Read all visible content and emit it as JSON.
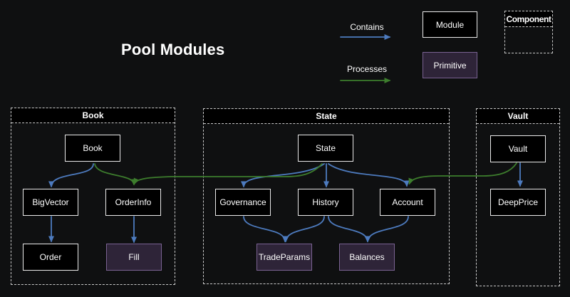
{
  "title": "Pool Modules",
  "colors": {
    "background": "#0f1011",
    "contains_arrow": "#4d7bbf",
    "processes_arrow": "#3d7d2d",
    "module_fill": "#000000",
    "module_border": "#ebebeb",
    "primitive_fill": "#2e2438",
    "primitive_border": "#7a6292",
    "container_border": "#c9c9c9",
    "text": "#ffffff"
  },
  "legend": {
    "edge_types": [
      {
        "label": "Contains",
        "color": "#4d7bbf"
      },
      {
        "label": "Processes",
        "color": "#3d7d2d"
      }
    ],
    "node_types": [
      {
        "label": "Module",
        "style": "module"
      },
      {
        "label": "Primitive",
        "style": "primitive"
      },
      {
        "label": "Component",
        "style": "component"
      }
    ]
  },
  "containers": [
    {
      "label": "Book",
      "nodes": [
        {
          "label": "Book",
          "type": "module"
        },
        {
          "label": "BigVector",
          "type": "module"
        },
        {
          "label": "OrderInfo",
          "type": "module"
        },
        {
          "label": "Order",
          "type": "module"
        },
        {
          "label": "Fill",
          "type": "primitive"
        }
      ]
    },
    {
      "label": "State",
      "nodes": [
        {
          "label": "State",
          "type": "module"
        },
        {
          "label": "Governance",
          "type": "module"
        },
        {
          "label": "History",
          "type": "module"
        },
        {
          "label": "Account",
          "type": "module"
        },
        {
          "label": "TradeParams",
          "type": "primitive"
        },
        {
          "label": "Balances",
          "type": "primitive"
        }
      ]
    },
    {
      "label": "Vault",
      "nodes": [
        {
          "label": "Vault",
          "type": "module"
        },
        {
          "label": "DeepPrice",
          "type": "module"
        }
      ]
    }
  ],
  "edges": [
    {
      "from": "Book",
      "to": "BigVector",
      "type": "contains"
    },
    {
      "from": "Book",
      "to": "OrderInfo",
      "type": "processes"
    },
    {
      "from": "BigVector",
      "to": "Order",
      "type": "contains"
    },
    {
      "from": "OrderInfo",
      "to": "Fill",
      "type": "contains"
    },
    {
      "from": "State",
      "to": "Governance",
      "type": "contains"
    },
    {
      "from": "State",
      "to": "History",
      "type": "contains"
    },
    {
      "from": "State",
      "to": "Account",
      "type": "contains"
    },
    {
      "from": "State",
      "to": "OrderInfo",
      "type": "processes"
    },
    {
      "from": "Governance",
      "to": "TradeParams",
      "type": "contains"
    },
    {
      "from": "History",
      "to": "TradeParams",
      "type": "contains"
    },
    {
      "from": "History",
      "to": "Balances",
      "type": "contains"
    },
    {
      "from": "Account",
      "to": "Balances",
      "type": "contains"
    },
    {
      "from": "Vault",
      "to": "DeepPrice",
      "type": "contains"
    },
    {
      "from": "Vault",
      "to": "Account",
      "type": "processes"
    }
  ]
}
